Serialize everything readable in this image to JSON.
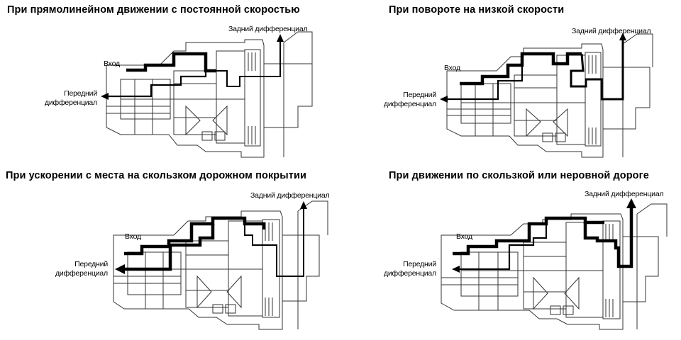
{
  "panels": [
    {
      "title": "При прямолинейном движении с постоянной скоростью",
      "labels": {
        "input": "Вход",
        "rear": "Задний дифференциал",
        "front_line1": "Передний",
        "front_line2": "дифференциал"
      }
    },
    {
      "title": "При повороте на низкой скорости",
      "labels": {
        "input": "Вход",
        "rear": "Задний дифференциал",
        "front_line1": "Передний",
        "front_line2": "дифференциал"
      }
    },
    {
      "title": "При ускорении с места на скользком дорожном покрытии",
      "labels": {
        "input": "Вход",
        "rear": "Задний дифференциал",
        "front_line1": "Передний",
        "front_line2": "дифференциал"
      }
    },
    {
      "title": "При движении по скользкой или неровной дороге",
      "labels": {
        "input": "Вход",
        "rear": "Задний дифференциал",
        "front_line1": "Передний",
        "front_line2": "дифференциал"
      }
    }
  ]
}
